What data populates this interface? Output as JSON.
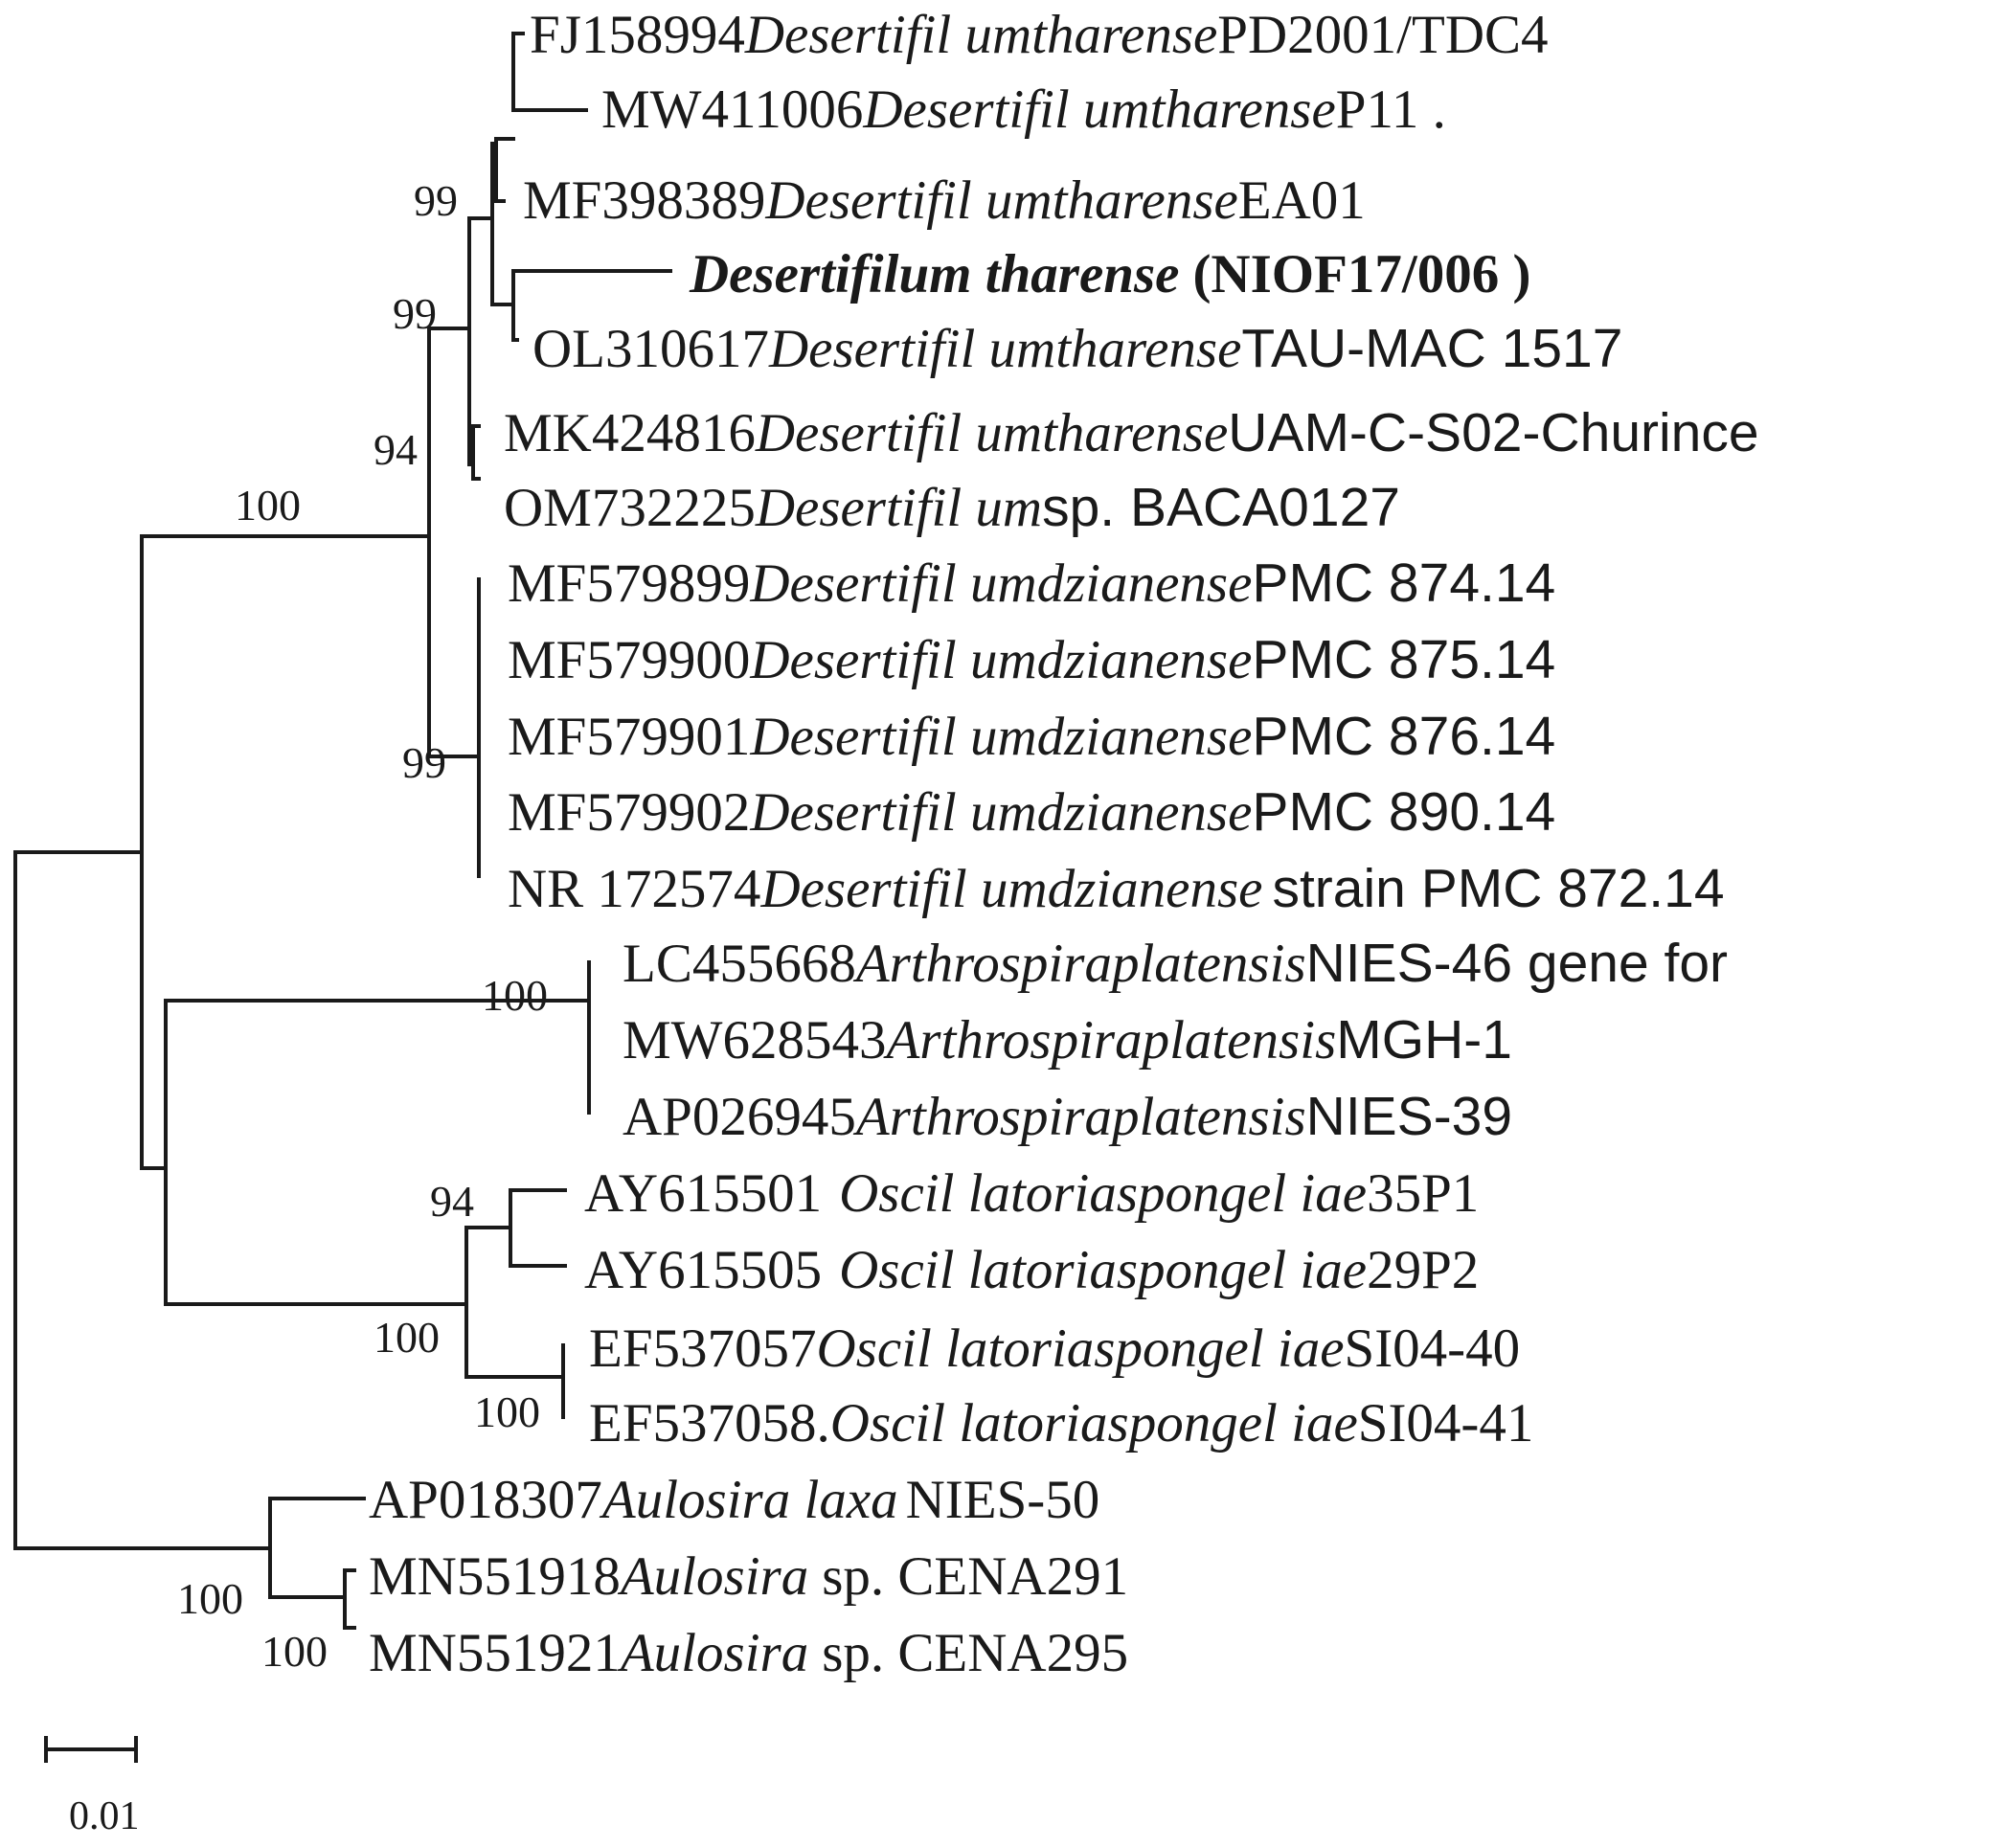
{
  "tree": {
    "leaves": [
      {
        "accession": "FJ158994",
        "species": "Desertifil umtharense",
        "strain": "PD2001/TDC4",
        "bold": false
      },
      {
        "accession": "MW411006",
        "species": "Desertifil umtharense",
        "strain": "P11 .",
        "bold": false
      },
      {
        "accession": "MF398389",
        "species": "Desertifil umtharense",
        "strain": "EA01",
        "bold": false
      },
      {
        "accession": "",
        "species": "Desertifilum tharense",
        "strain": "(NIOF17/006 )",
        "bold": true
      },
      {
        "accession": "OL310617",
        "species": "Desertifil umtharense",
        "strain": "TAU-MAC 1517",
        "bold": false
      },
      {
        "accession": "MK424816",
        "species": "Desertifil umtharense",
        "strain": "UAM-C-S02-Churince",
        "bold": false
      },
      {
        "accession": "OM732225",
        "species": "Desertifil um",
        "strain": "sp. BACA0127",
        "bold": false
      },
      {
        "accession": "MF579899",
        "species": "Desertifil umdzianense",
        "strain": "PMC 874.14",
        "bold": false
      },
      {
        "accession": "MF579900",
        "species": "Desertifil umdzianense",
        "strain": "PMC 875.14",
        "bold": false
      },
      {
        "accession": "MF579901",
        "species": "Desertifil umdzianense",
        "strain": "PMC 876.14",
        "bold": false
      },
      {
        "accession": "MF579902",
        "species": "Desertifil umdzianense",
        "strain": "PMC 890.14",
        "bold": false
      },
      {
        "accession": "NR 172574",
        "species": "Desertifil umdzianense",
        "strain": "strain PMC 872.14",
        "bold": false
      },
      {
        "accession": "LC455668",
        "species": "Arthrospiraplatensis",
        "strain": "NIES-46 gene for",
        "bold": false
      },
      {
        "accession": "MW628543",
        "species": "Arthrospiraplatensis",
        "strain": "MGH-1",
        "bold": false
      },
      {
        "accession": "AP026945",
        "species": "Arthrospiraplatensis",
        "strain": "NIES-39",
        "bold": false
      },
      {
        "accession": "AY615501",
        "species": "Oscil latoriaspongel iae",
        "strain": "35P1",
        "bold": false
      },
      {
        "accession": "AY615505",
        "species": "Oscil latoriaspongel iae",
        "strain": "29P2",
        "bold": false
      },
      {
        "accession": "EF537057",
        "species": "Oscil latoriaspongel iae",
        "strain": "SI04-40",
        "bold": false
      },
      {
        "accession": "EF537058.",
        "species": "Oscil latoriaspongel iae",
        "strain": "SI04-41",
        "bold": false
      },
      {
        "accession": "AP018307",
        "species": "Aulosira laxa",
        "strain": "NIES-50",
        "bold": false
      },
      {
        "accession": "MN551918",
        "species": "Aulosira",
        "strain": "sp. CENA291",
        "bold": false
      },
      {
        "accession": "MN551921",
        "species": "Aulosira",
        "strain": "sp. CENA295",
        "bold": false
      }
    ],
    "bootstrap": [
      "99",
      "99",
      "94",
      "100",
      "99",
      "100",
      "94",
      "100",
      "100",
      "100",
      "100"
    ],
    "scale_bar": {
      "value": "0.01"
    }
  }
}
